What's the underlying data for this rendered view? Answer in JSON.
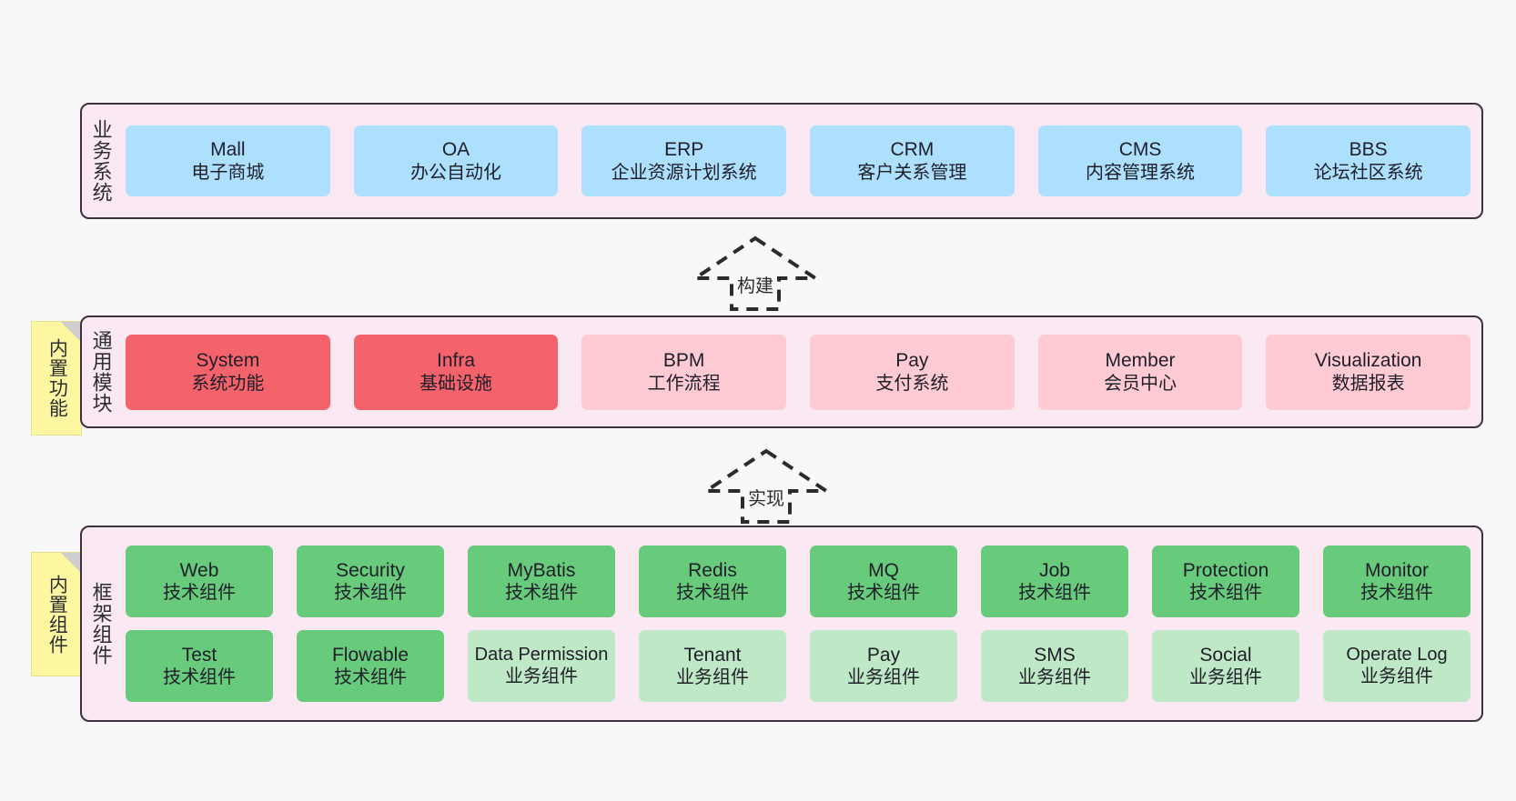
{
  "diagram": {
    "title_business": "业务系统",
    "title_common": "通用模块",
    "title_frame": "框架组件",
    "note_builtin_function": "内置功能",
    "note_builtin_component": "内置组件",
    "connector_build": "构建",
    "connector_implement": "实现",
    "colors": {
      "band_background": "#fae9f3",
      "band_border": "#3f3040",
      "business_node": "#addfff",
      "common_core_node": "#f4626c",
      "common_node": "#fecbd4",
      "tech_component": "#68ca7b",
      "business_component": "#bfe8c6",
      "note": "#fcf7a0",
      "note_fold": "#cfcfcf",
      "page_background": "#f8f8f8"
    }
  },
  "business_systems": [
    {
      "name": "Mall",
      "desc": "电子商城"
    },
    {
      "name": "OA",
      "desc": "办公自动化"
    },
    {
      "name": "ERP",
      "desc": "企业资源计划系统"
    },
    {
      "name": "CRM",
      "desc": "客户关系管理"
    },
    {
      "name": "CMS",
      "desc": "内容管理系统"
    },
    {
      "name": "BBS",
      "desc": "论坛社区系统"
    }
  ],
  "common_modules": [
    {
      "name": "System",
      "desc": "系统功能",
      "style": "core"
    },
    {
      "name": "Infra",
      "desc": "基础设施",
      "style": "core"
    },
    {
      "name": "BPM",
      "desc": "工作流程",
      "style": "normal"
    },
    {
      "name": "Pay",
      "desc": "支付系统",
      "style": "normal"
    },
    {
      "name": "Member",
      "desc": "会员中心",
      "style": "normal"
    },
    {
      "name": "Visualization",
      "desc": "数据报表",
      "style": "normal"
    }
  ],
  "framework_components_row1": [
    {
      "name": "Web",
      "desc": "技术组件",
      "style": "tech"
    },
    {
      "name": "Security",
      "desc": "技术组件",
      "style": "tech"
    },
    {
      "name": "MyBatis",
      "desc": "技术组件",
      "style": "tech"
    },
    {
      "name": "Redis",
      "desc": "技术组件",
      "style": "tech"
    },
    {
      "name": "MQ",
      "desc": "技术组件",
      "style": "tech"
    },
    {
      "name": "Job",
      "desc": "技术组件",
      "style": "tech"
    },
    {
      "name": "Protection",
      "desc": "技术组件",
      "style": "tech"
    },
    {
      "name": "Monitor",
      "desc": "技术组件",
      "style": "tech"
    }
  ],
  "framework_components_row2": [
    {
      "name": "Test",
      "desc": "技术组件",
      "style": "tech"
    },
    {
      "name": "Flowable",
      "desc": "技术组件",
      "style": "tech"
    },
    {
      "name": "Data Permission",
      "desc": "业务组件",
      "style": "business"
    },
    {
      "name": "Tenant",
      "desc": "业务组件",
      "style": "business"
    },
    {
      "name": "Pay",
      "desc": "业务组件",
      "style": "business"
    },
    {
      "name": "SMS",
      "desc": "业务组件",
      "style": "business"
    },
    {
      "name": "Social",
      "desc": "业务组件",
      "style": "business"
    },
    {
      "name": "Operate Log",
      "desc": "业务组件",
      "style": "business"
    }
  ]
}
